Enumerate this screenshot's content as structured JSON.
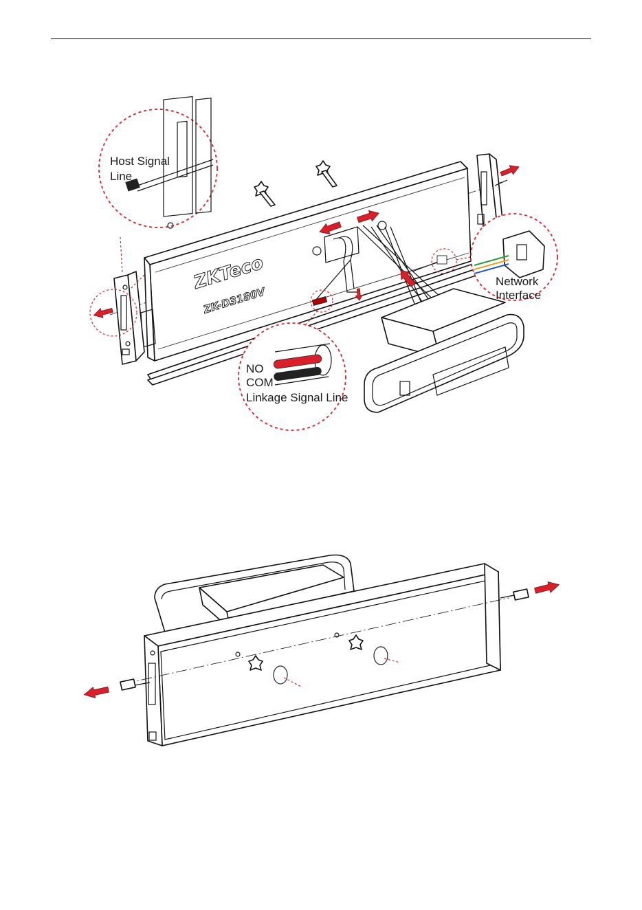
{
  "labels": {
    "host_signal_line": [
      "Host Signal",
      "Line"
    ],
    "network_interface": [
      "Network",
      "Interface"
    ],
    "no": "NO",
    "com": "COM",
    "linkage_signal_line": "Linkage Signal Line"
  },
  "product": {
    "brand": "ZKTeco",
    "model": "ZK-D3180V"
  },
  "colors": {
    "accent_red": "#d8202a",
    "line": "#111111"
  },
  "icons": [
    "arrow-icon",
    "knob-screw-icon",
    "rotate-icon"
  ]
}
